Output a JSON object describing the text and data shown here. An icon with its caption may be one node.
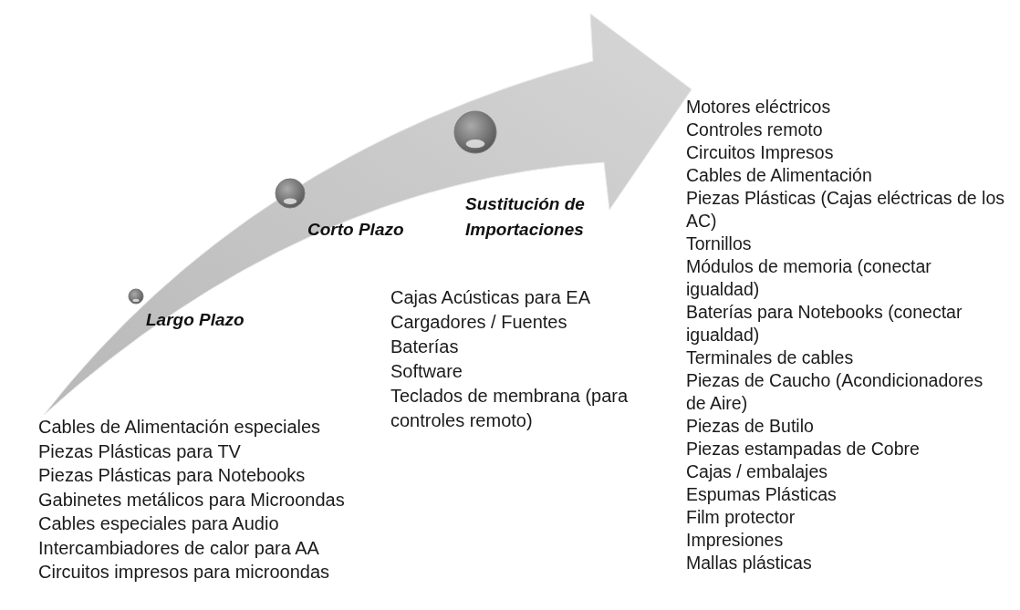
{
  "diagram": {
    "labels": [
      "Largo Plazo",
      "Corto Plazo",
      "Sustitución de Importaciones",
      "Cables de Alimentación especiales",
      "Piezas Plásticas  para TV",
      "Piezas Plásticas  para  Notebooks",
      "Gabinetes metálicos para Microondas",
      "Cables especiales para Audio",
      "Intercambiadores de calor para AA",
      "Circuitos impresos para microondas",
      "Cajas Acústicas para EA",
      "Cargadores / Fuentes",
      "Baterías",
      "Software",
      "Teclados de membrana (para controles remoto)",
      "Motores eléctricos",
      "Controles remoto",
      "Circuitos Impresos",
      "Cables de Alimentación",
      "Piezas Plásticas (Cajas eléctricas de los AC)",
      "Tornillos",
      "Módulos de memoria (conectar igualdad)",
      "Baterías para Notebooks (conectar igualdad)",
      "Terminales de cables",
      "Piezas de Caucho (Acondicionadores de Aire)",
      "Piezas de Butilo",
      "Piezas estampadas de Cobre",
      "Cajas / embalajes",
      "Espumas Plásticas",
      "Film protector",
      "Impresiones",
      "Mallas plásticas"
    ]
  }
}
